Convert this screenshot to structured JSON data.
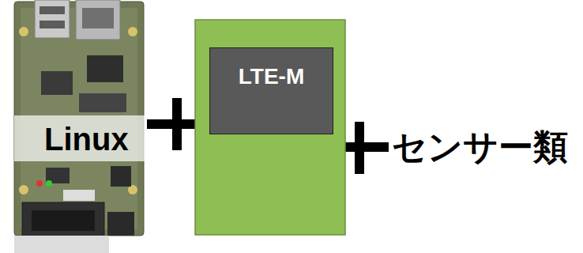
{
  "diagram": {
    "nodes": [
      {
        "text": [
          "LTE-M"
        ]
      }
    ],
    "labels": [
      "Linux",
      "センサー類"
    ]
  }
}
